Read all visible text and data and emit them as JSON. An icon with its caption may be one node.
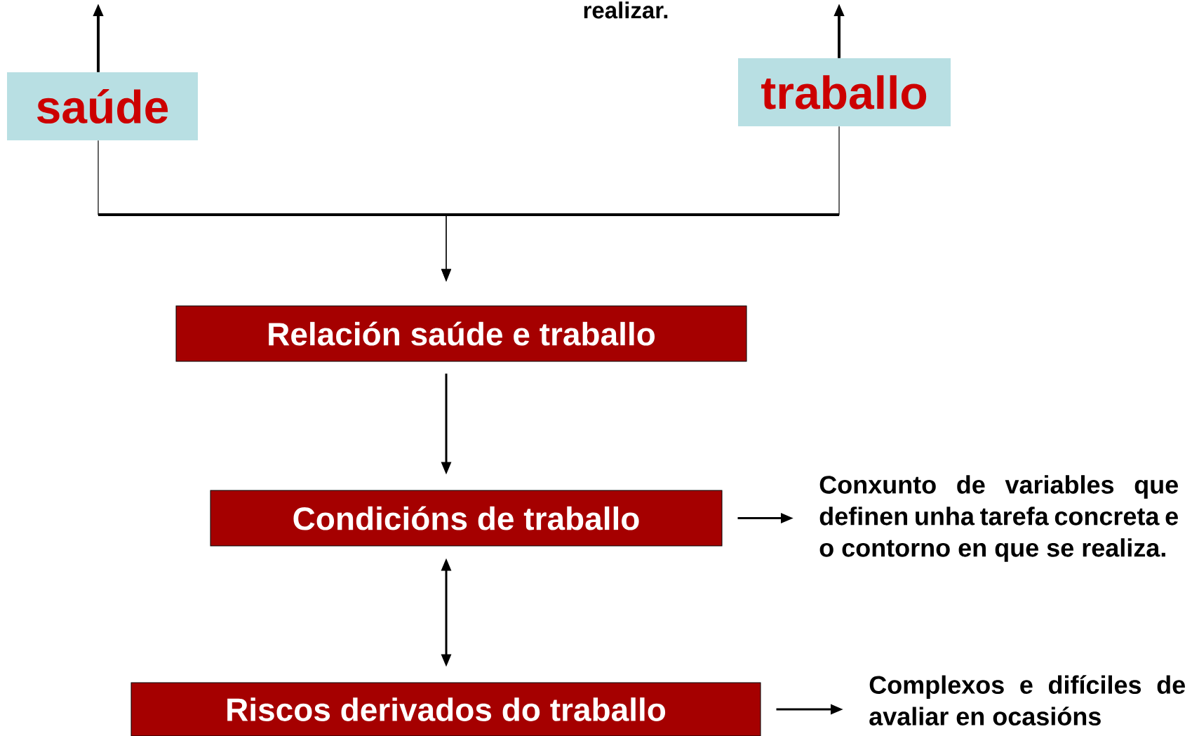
{
  "diagram": {
    "nodes": [
      {
        "text": [
          "saúde"
        ]
      },
      {
        "text": [
          "traballo"
        ]
      },
      {
        "text": [
          "Relación saúde e traballo"
        ]
      },
      {
        "text": [
          "Condicións de traballo"
        ]
      },
      {
        "text": [
          "Conxunto de variables que definen unha tarefa concreta e o contorno en que se realiza."
        ]
      },
      {
        "text": [
          "Riscos derivados do traballo"
        ]
      },
      {
        "text": [
          "Complexos e difíciles de avaliar en ocasións"
        ]
      }
    ],
    "edges": [
      {
        "from": 0,
        "to": null,
        "arrow": "to"
      },
      {
        "from": 1,
        "to": null,
        "arrow": "to"
      },
      {
        "from": 0,
        "to": 2,
        "arrow": "to"
      },
      {
        "from": 1,
        "to": 2,
        "arrow": "to"
      },
      {
        "from": 2,
        "to": 3,
        "arrow": "to"
      },
      {
        "from": 3,
        "to": 4,
        "arrow": "to"
      },
      {
        "from": 3,
        "to": 5,
        "arrow": "both"
      },
      {
        "from": 5,
        "to": 6,
        "arrow": "to"
      }
    ],
    "labels": [
      "realizar."
    ]
  }
}
